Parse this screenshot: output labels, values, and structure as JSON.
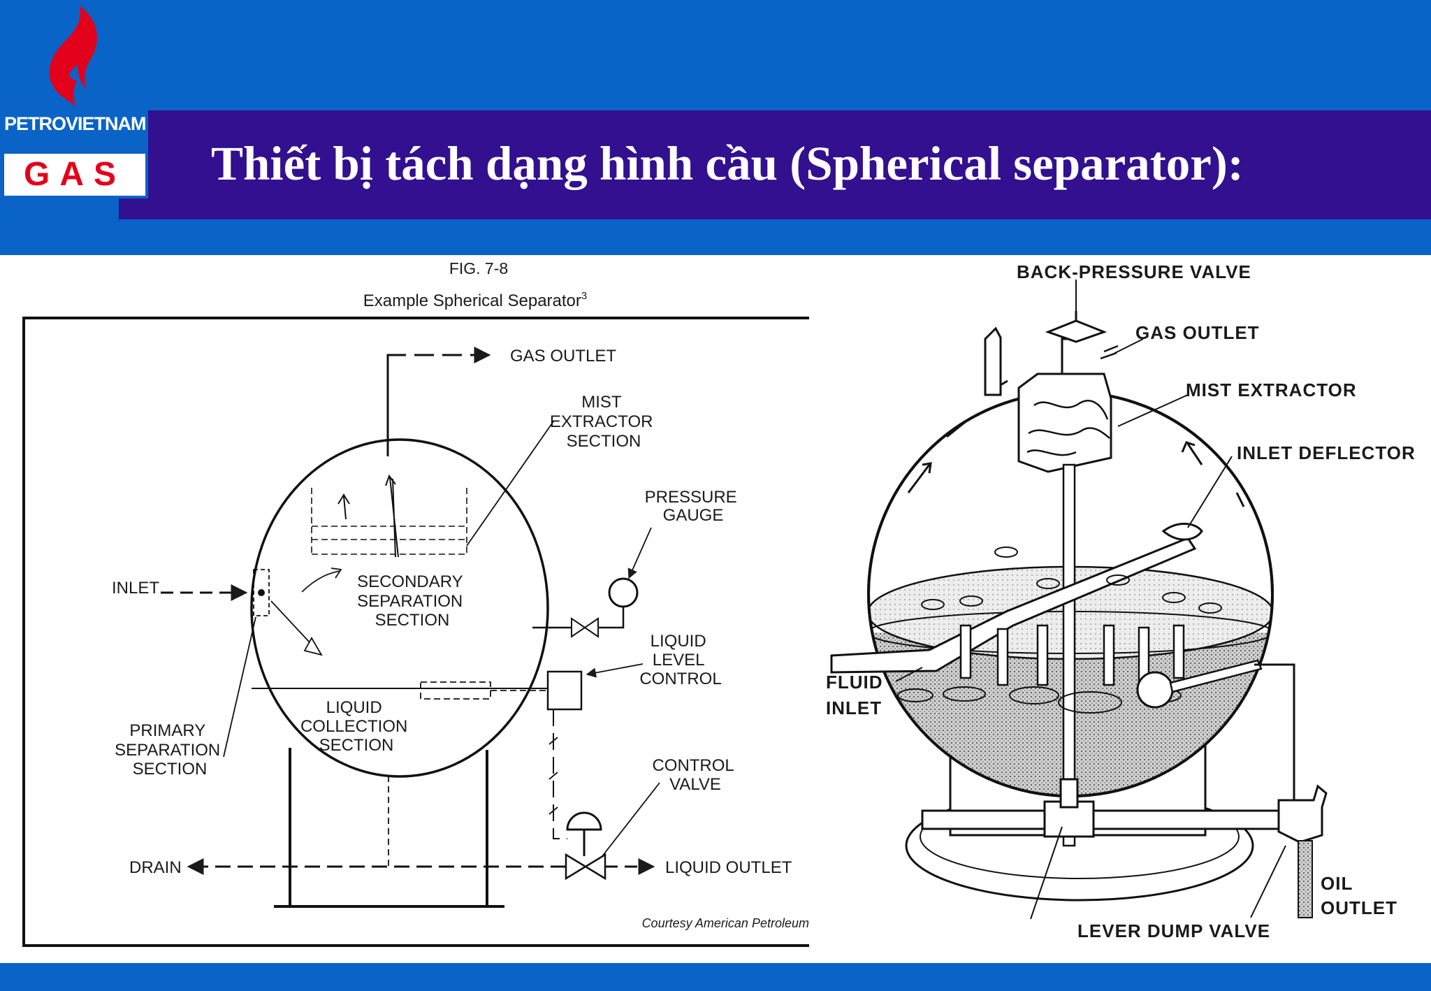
{
  "header": {
    "title": "Thiết bị tách dạng hình cầu (Spherical separator):",
    "logo_top": "PETROVIETNAM",
    "logo_bottom": "GAS"
  },
  "left_figure": {
    "fig_number": "FIG. 7-8",
    "caption": "Example Spherical Separator",
    "caption_sup": "3",
    "labels": {
      "gas_outlet": "GAS OUTLET",
      "mist_extractor": [
        "MIST",
        "EXTRACTOR",
        "SECTION"
      ],
      "pressure_gauge": [
        "PRESSURE",
        "GAUGE"
      ],
      "inlet": "INLET",
      "secondary_separation": [
        "SECONDARY",
        "SEPARATION",
        "SECTION"
      ],
      "liquid_level_control": [
        "LIQUID",
        "LEVEL",
        "CONTROL"
      ],
      "liquid_collection": [
        "LIQUID",
        "COLLECTION",
        "SECTION"
      ],
      "primary_separation": [
        "PRIMARY",
        "SEPARATION",
        "SECTION"
      ],
      "control_valve": [
        "CONTROL",
        "VALVE"
      ],
      "drain": "DRAIN",
      "liquid_outlet": "LIQUID OUTLET"
    },
    "credit": "Courtesy American Petroleum"
  },
  "right_figure": {
    "labels": {
      "back_pressure_valve": "BACK-PRESSURE VALVE",
      "gas_outlet": "GAS OUTLET",
      "mist_extractor": "MIST EXTRACTOR",
      "inlet_deflector": "INLET DEFLECTOR",
      "fluid_inlet": [
        "FLUID",
        "INLET"
      ],
      "oil_outlet": [
        "OIL",
        "OUTLET"
      ],
      "lever_dump_valve": "LEVER DUMP VALVE"
    }
  },
  "colors": {
    "band_blue": "#0a63c6",
    "title_purple": "#33108f",
    "logo_red": "#e3001b",
    "title_text": "#ffffff"
  }
}
